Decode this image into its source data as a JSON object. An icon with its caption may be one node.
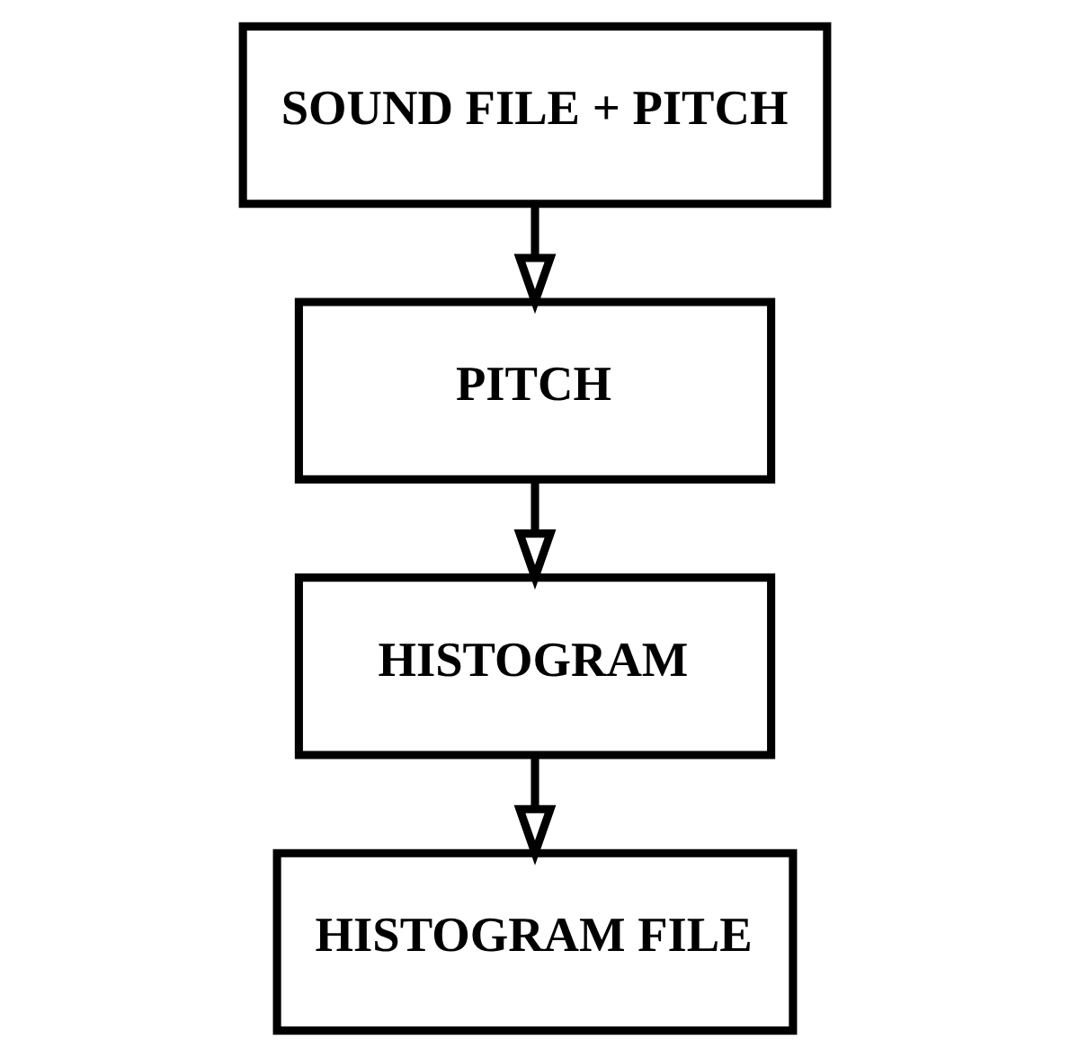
{
  "diagram": {
    "nodes": [
      {
        "text": [
          "SOUND FILE + PITCH"
        ]
      },
      {
        "text": [
          "PITCH"
        ]
      },
      {
        "text": [
          "HISTOGRAM"
        ]
      },
      {
        "text": [
          "HISTOGRAM FILE"
        ]
      }
    ],
    "edges": [
      {
        "from": 0,
        "to": 1,
        "arrow": "to"
      },
      {
        "from": 1,
        "to": 2,
        "arrow": "to"
      },
      {
        "from": 2,
        "to": 3,
        "arrow": "to"
      }
    ]
  }
}
